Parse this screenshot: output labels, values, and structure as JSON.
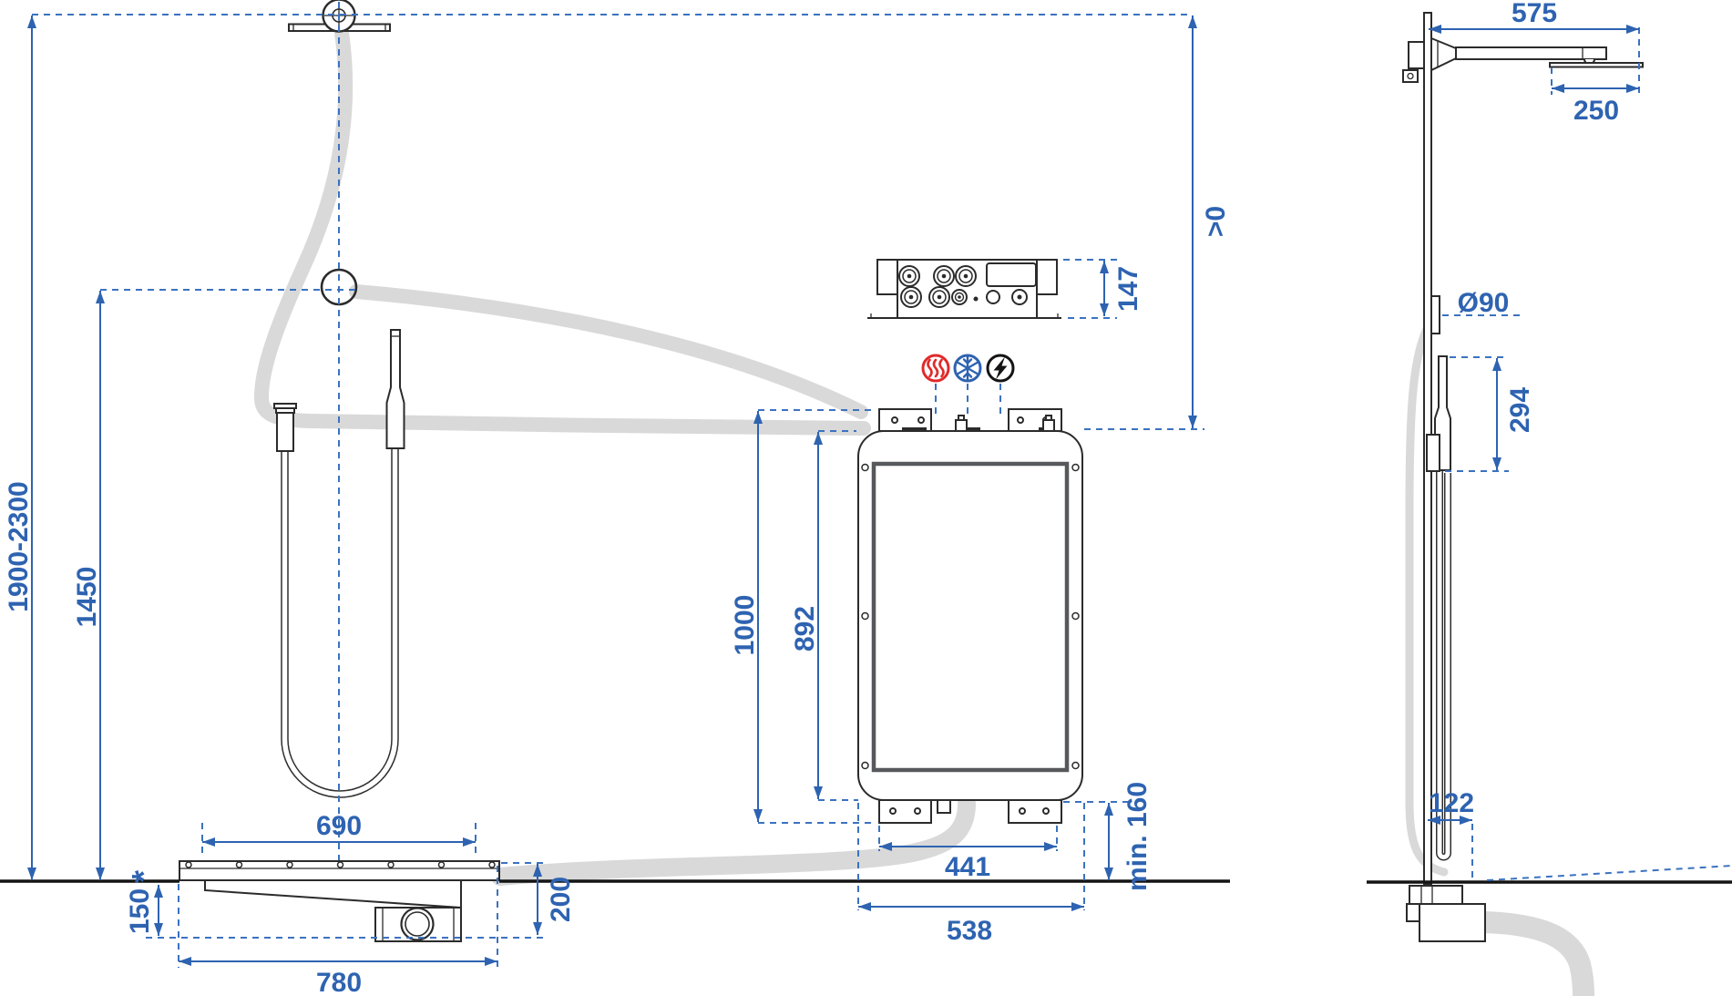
{
  "meta": {
    "drawing": "shower-system-installation-dimensions",
    "units": "mm"
  },
  "colors": {
    "dimension_blue": "#2e63b1",
    "hot_water_red": "#e02b2b",
    "cold_water_blue": "#2e63b1",
    "electricity_black": "#141414",
    "hose_gray": "#d9d9d9",
    "line_black": "#2b2b2b"
  },
  "dims": {
    "height_range": "1900-2300",
    "outlet_height": "1450",
    "clearance_top": ">0",
    "connection_box_height": "147",
    "box_mount_height": "1000",
    "box_height": "892",
    "box_mount_width": "441",
    "box_width": "538",
    "box_floor_clearance": "min. 160",
    "drain_grate_length": "690",
    "drain_total_length": "780",
    "drain_depth": "150",
    "drain_depth_note": "*",
    "drain_side_offset": "200",
    "arm_length": "575",
    "head_width": "250",
    "outlet_diameter": "Ø90",
    "hand_shower_length": "294",
    "spout_depth": "122"
  },
  "icons": {
    "hot_water": "heat-waves",
    "cold_water": "snowflake",
    "electricity": "lightning-bolt"
  }
}
